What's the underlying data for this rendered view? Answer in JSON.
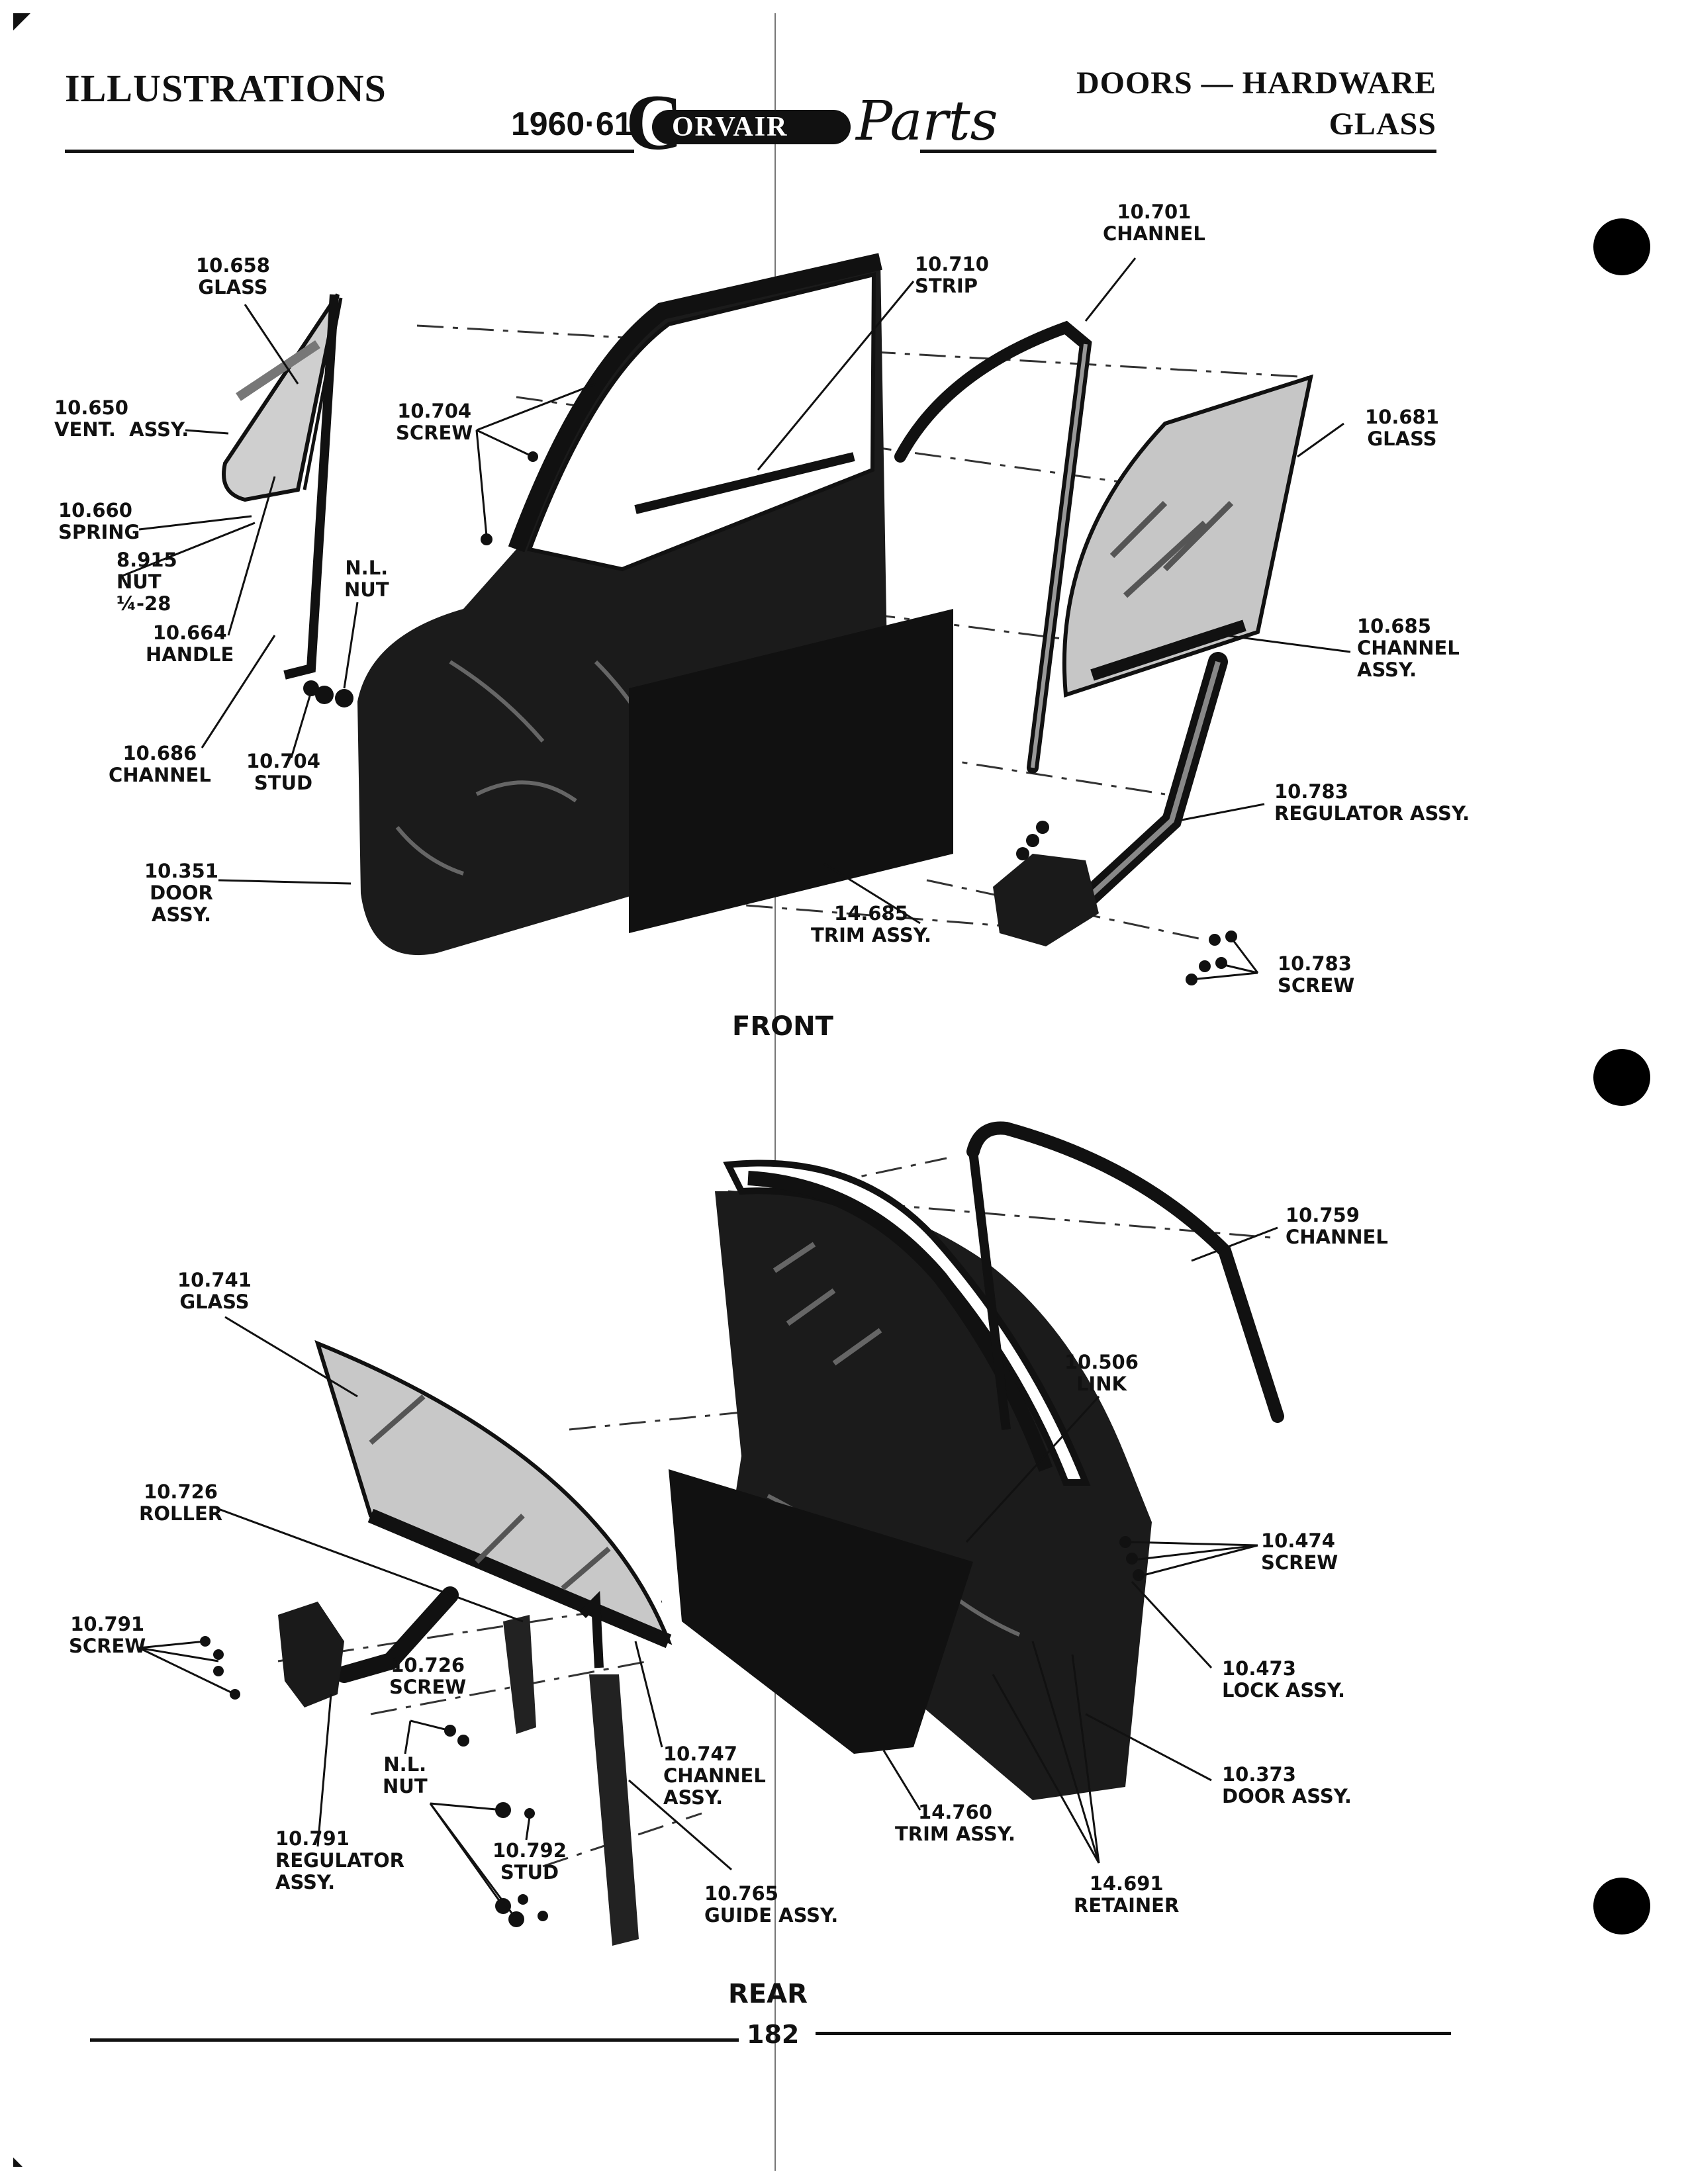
{
  "header": {
    "section": "ILLUSTRATIONS",
    "year": "1960·61",
    "logo_c": "C",
    "logo_word": "ORVAIR",
    "logo_script": "Parts",
    "title_line1": "DOORS — HARDWARE",
    "title_line2": "GLASS"
  },
  "front": {
    "caption": "FRONT",
    "labels": {
      "l10658": "10.658\nGLASS",
      "l10650": "10.650\nVENT.  ASSY.",
      "l10660": "10.660\nSPRING",
      "l8915": "8.915\nNUT\n¼-28",
      "l10664": "10.664\nHANDLE",
      "l10686": "10.686\nCHANNEL",
      "l10704stud": "10.704\nSTUD",
      "lnlnut": "N.L.\nNUT",
      "l10704screw": "10.704\nSCREW",
      "l10351": "10.351\nDOOR\nASSY.",
      "l10710": "10.710\nSTRIP",
      "l10701": "10.701\nCHANNEL",
      "l10681": "10.681\nGLASS",
      "l10685": "10.685\nCHANNEL\nASSY.",
      "l10783reg": "10.783\nREGULATOR ASSY.",
      "l14685": "14.685\nTRIM ASSY.",
      "l10783screw": "10.783\nSCREW"
    }
  },
  "rear": {
    "caption": "REAR",
    "labels": {
      "l10741": "10.741\nGLASS",
      "l10726roller": "10.726\nROLLER",
      "l10791screw": "10.791\nSCREW",
      "l10726screw": "10.726\nSCREW",
      "lnlnut": "N.L.\nNUT",
      "l10792": "10.792\nSTUD",
      "l10791reg": "10.791\nREGULATOR\nASSY.",
      "l10747": "10.747\nCHANNEL\nASSY.",
      "l10765": "10.765\nGUIDE ASSY.",
      "l10759": "10.759\nCHANNEL",
      "l10506": "10.506\nLINK",
      "l10474": "10.474\nSCREW",
      "l10473": "10.473\nLOCK ASSY.",
      "l10373": "10.373\nDOOR ASSY.",
      "l14760": "14.760\nTRIM ASSY.",
      "l14691": "14.691\nRETAINER"
    }
  },
  "footer": {
    "page_number": "182"
  }
}
